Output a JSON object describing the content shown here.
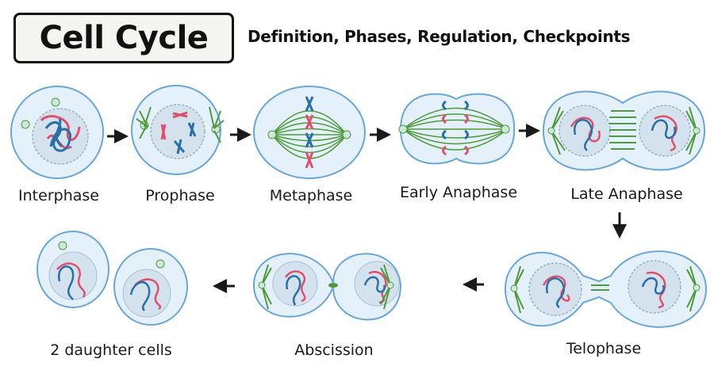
{
  "header": {
    "title": "Cell Cycle",
    "subtitle": "Definition, Phases, Regulation, Checkpoints"
  },
  "stages": [
    {
      "id": "interphase",
      "label": "Interphase"
    },
    {
      "id": "prophase",
      "label": "Prophase"
    },
    {
      "id": "metaphase",
      "label": "Metaphase"
    },
    {
      "id": "early-anaphase",
      "label": "Early Anaphase"
    },
    {
      "id": "late-anaphase",
      "label": "Late Anaphase"
    },
    {
      "id": "telophase",
      "label": "Telophase"
    },
    {
      "id": "abscission",
      "label": "Abscission"
    },
    {
      "id": "daughter-cells",
      "label": "2 daughter cells"
    }
  ],
  "colors": {
    "membrane": "#6aa6d6",
    "cytoplasm": "#e4f1fa",
    "nucleus": "#d4e2ee",
    "chromatin_red": "#e0506e",
    "chromatin_blue": "#2a6fa8",
    "spindle": "#4f9a3c",
    "arrow": "#1a1a1a"
  }
}
